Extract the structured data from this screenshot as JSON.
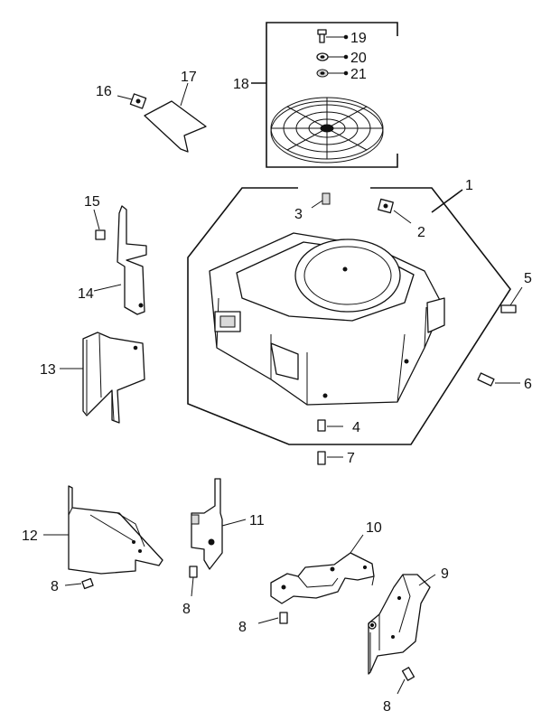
{
  "callouts": {
    "c1": "1",
    "c2": "2",
    "c3": "3",
    "c4": "4",
    "c5": "5",
    "c6": "6",
    "c7": "7",
    "c8a": "8",
    "c8b": "8",
    "c8c": "8",
    "c8d": "8",
    "c9": "9",
    "c10": "10",
    "c11": "11",
    "c12": "12",
    "c13": "13",
    "c14": "14",
    "c15": "15",
    "c16": "16",
    "c17": "17",
    "c18": "18",
    "c19": "19",
    "c20": "20",
    "c21": "21"
  },
  "parts": {
    "1": "blower-housing",
    "2": "clip-nut",
    "3": "screw",
    "4": "screw",
    "5": "screw",
    "6": "screw",
    "7": "screw",
    "8": "screw",
    "9": "baffle-right",
    "10": "bracket",
    "11": "baffle-small",
    "12": "baffle-left",
    "13": "cylinder-baffle",
    "14": "baffle-bracket",
    "15": "screw",
    "16": "clip",
    "17": "plate",
    "18": "grass-screen-assembly",
    "19": "screw",
    "20": "washer",
    "21": "nut"
  }
}
